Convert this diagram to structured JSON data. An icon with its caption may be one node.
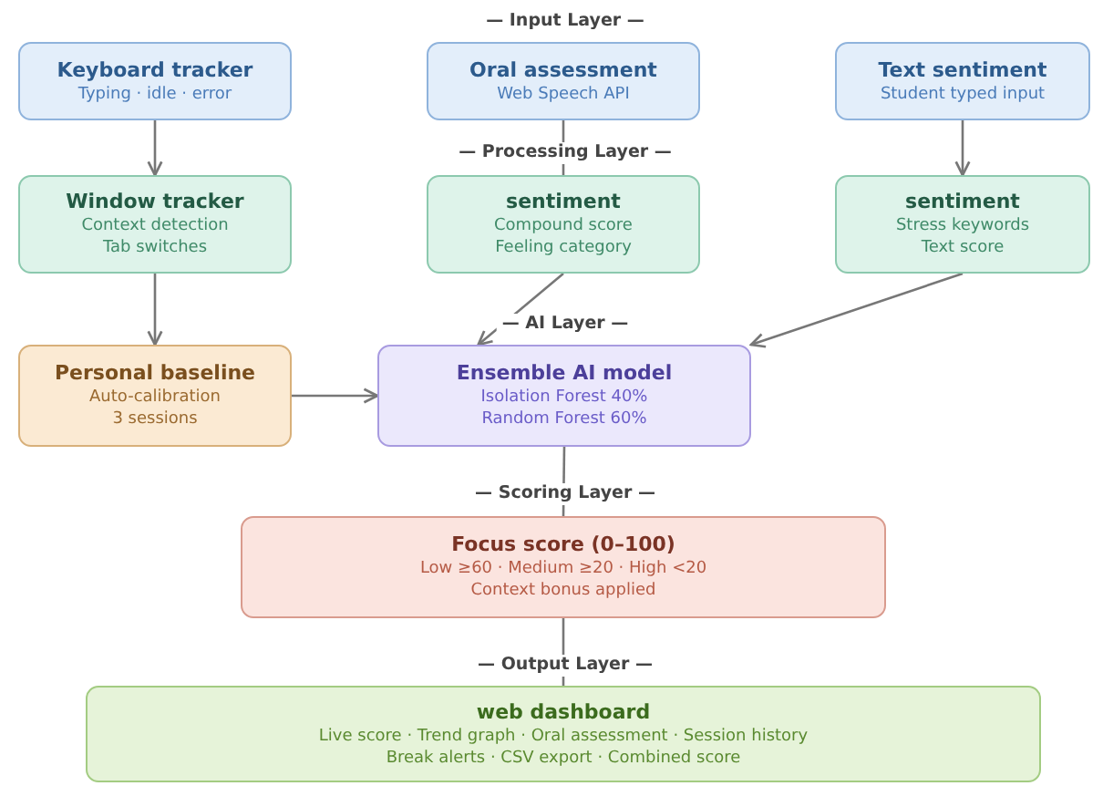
{
  "diagram": {
    "nodes": [
      {
        "text": [
          "Keyboard tracker",
          "Typing · idle · error"
        ]
      },
      {
        "text": [
          "Oral assessment",
          "Web Speech API"
        ]
      },
      {
        "text": [
          "Text sentiment",
          "Student typed input"
        ]
      },
      {
        "text": [
          "Window tracker",
          "Context detection Tab switches"
        ]
      },
      {
        "text": [
          "sentiment",
          "Compound score Feeling category"
        ]
      },
      {
        "text": [
          "sentiment",
          "Stress keywords Text score"
        ]
      },
      {
        "text": [
          "Personal baseline",
          "Auto-calibration 3 sessions"
        ]
      },
      {
        "text": [
          "Ensemble AI model",
          "Isolation Forest 40% Random Forest 60%"
        ]
      },
      {
        "text": [
          "Focus score (0–100)",
          "Low ≥60 · Medium ≥20 · High <20 Context bonus applied"
        ]
      },
      {
        "text": [
          "web dashboard",
          "Live score · Trend graph · Oral assessment · Session history Break alerts · CSV export · Combined score"
        ]
      }
    ],
    "edges": [
      {
        "from": 0,
        "to": 3,
        "arrow": "to"
      },
      {
        "from": 1,
        "to": 4,
        "arrow": "none"
      },
      {
        "from": 2,
        "to": 5,
        "arrow": "to"
      },
      {
        "from": 3,
        "to": 6,
        "arrow": "to"
      },
      {
        "from": 4,
        "to": 7,
        "arrow": "to"
      },
      {
        "from": 5,
        "to": 7,
        "arrow": "to"
      },
      {
        "from": 6,
        "to": 7,
        "arrow": "to"
      },
      {
        "from": 7,
        "to": 8,
        "arrow": "none"
      },
      {
        "from": 8,
        "to": 9,
        "arrow": "none"
      }
    ],
    "labels": [
      "— Input Layer —",
      "— Processing Layer —",
      "— AI Layer —",
      "— Scoring Layer —",
      "— Output Layer —"
    ]
  }
}
